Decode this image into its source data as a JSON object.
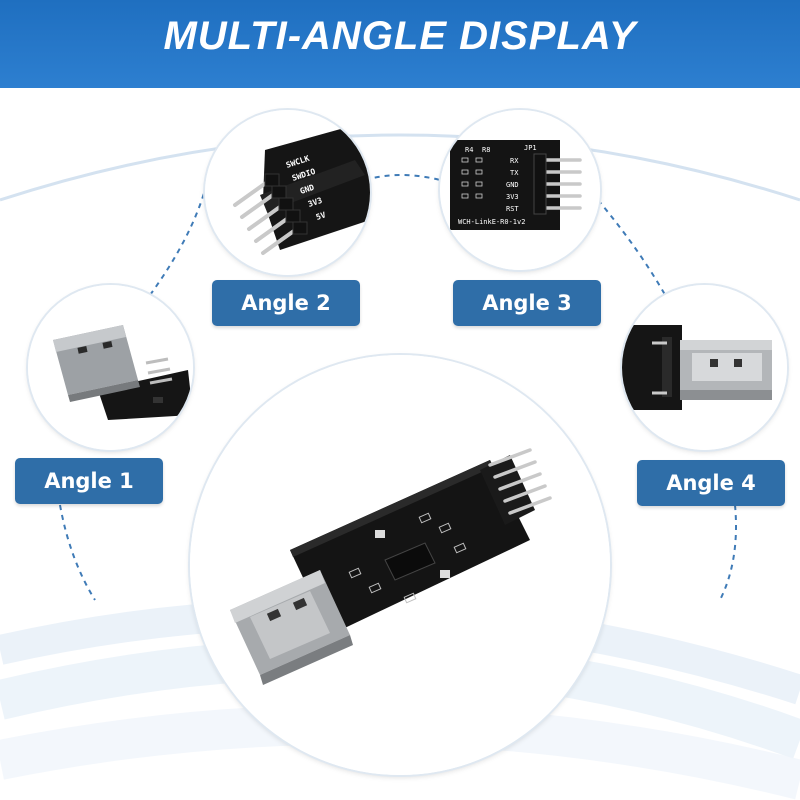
{
  "header": {
    "title": "MULTI-ANGLE DISPLAY"
  },
  "views": [
    {
      "label": "Angle 1",
      "icon": "usb-plug-side-view"
    },
    {
      "label": "Angle 2",
      "icon": "pin-header-angle"
    },
    {
      "label": "Angle 3",
      "icon": "silkscreen-top-view"
    },
    {
      "label": "Angle 4",
      "icon": "usb-plug-end-view"
    }
  ],
  "pcb_text": {
    "angle2_pins": [
      "SWCLK",
      "SWDIO",
      "GND",
      "3V3",
      "5V"
    ],
    "angle3_pins": [
      "RX",
      "TX",
      "GND",
      "3V3",
      "RST"
    ],
    "angle3_top": [
      "R4",
      "R8",
      "JP1"
    ],
    "board_name": "WCH-LinkE-R0-1v2"
  },
  "colors": {
    "accent": "#2f6ea8",
    "header": "#1f6fc0",
    "board": "#121212",
    "metal": "#b9bcbf"
  }
}
